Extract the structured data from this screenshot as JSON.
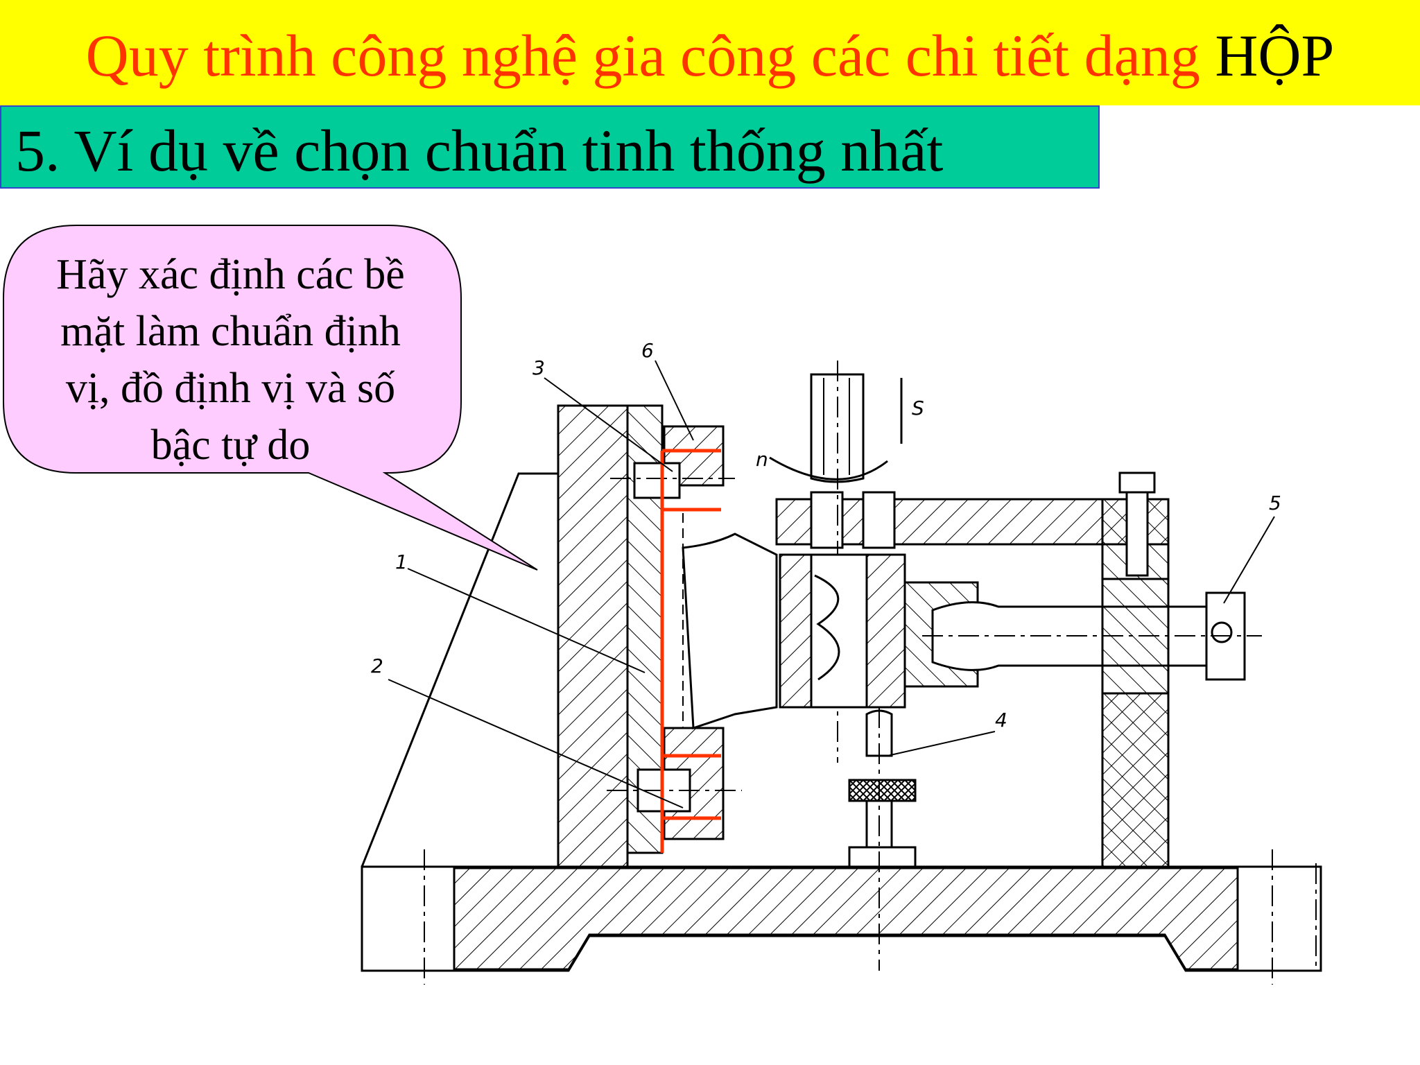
{
  "header": {
    "title": "Quy trình công nghệ gia công các chi tiết dạng",
    "title_emphasis": "HỘP",
    "background": "#ffff00",
    "title_color": "#ff3300"
  },
  "section": {
    "heading": "5. Ví dụ về chọn chuẩn tinh thống nhất",
    "background": "#00cc99"
  },
  "callout": {
    "lines": [
      "Hãy xác định các bề",
      "mặt làm chuẩn định",
      "vị, đồ định vị và số",
      "bậc tự do"
    ],
    "background": "#ffccff"
  },
  "drawing": {
    "labels": {
      "part_1": "1",
      "part_2": "2",
      "part_3": "3",
      "part_4": "4",
      "part_5": "5",
      "part_6": "6",
      "feed": "S",
      "rotation": "n"
    },
    "highlight_color": "#ff3300"
  }
}
